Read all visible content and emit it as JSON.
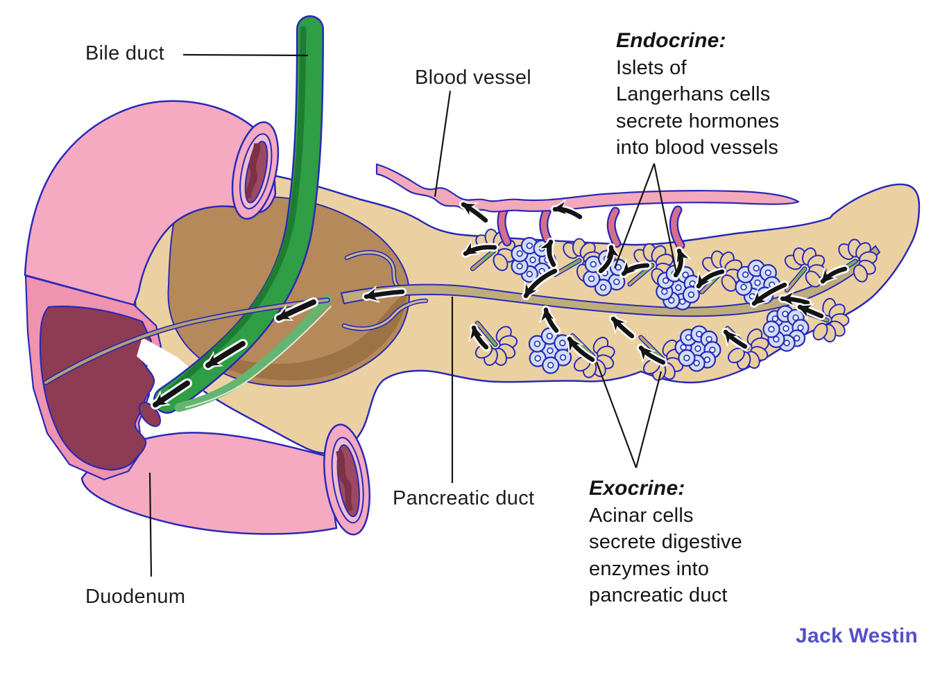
{
  "labels": {
    "bile_duct": "Bile duct",
    "blood_vessel": "Blood vessel",
    "pancreatic_duct": "Pancreatic duct",
    "duodenum": "Duodenum"
  },
  "annotations": {
    "endocrine": {
      "title": "Endocrine:",
      "lines": [
        "Islets of",
        "Langerhans cells",
        "secrete hormones",
        "into blood vessels"
      ]
    },
    "exocrine": {
      "title": "Exocrine:",
      "lines": [
        "Acinar cells",
        "secrete digestive",
        "enzymes into",
        "pancreatic duct"
      ]
    }
  },
  "attribution": {
    "text": "Jack Westin",
    "color": "#5450c8"
  },
  "colors": {
    "outline": "#2a28b8",
    "text": "#1d1d1f",
    "bile_duct_green": "#2f9e45",
    "bile_duct_dark_green": "#1e7d33",
    "bile_duct_light_green": "#63b571",
    "pancreas_tan": "#ebd1a1",
    "pancreas_head_brown": "#b5895a",
    "pancreas_head_dark_brown": "#9d7245",
    "pancreatic_duct_khaki": "#beac7d",
    "duct_branch_khaki": "#b3a26e",
    "duct_branch_green": "#76ae62",
    "duodenum_pink": "#f5aac1",
    "duodenum_cut_pink": "#ef93ae",
    "duodenum_inner_ring_pink": "#f3bccd",
    "duodenum_lumen_maroon": "#9c4a62",
    "duodenum_interior_maroon": "#8e3c54",
    "duodenum_lumen_dark": "#7c3248",
    "blood_vessel_pink": "#f4a8bc",
    "blood_vessel_branch": "#d56f8e",
    "islet_blue": "#cfdff4",
    "islet_nucleus": "#eef4fc",
    "acinar_tan": "#e9cf9e",
    "arrow_black": "#141414",
    "arrow_halo": "#ffffff"
  },
  "parts": [
    {
      "name": "duodenum"
    },
    {
      "name": "bile-duct"
    },
    {
      "name": "pancreas"
    },
    {
      "name": "pancreas-head-cut-section"
    },
    {
      "name": "pancreatic-duct"
    },
    {
      "name": "accessory-pancreatic-duct"
    },
    {
      "name": "blood-vessel"
    },
    {
      "name": "islet-of-langerhans-clusters"
    },
    {
      "name": "acinar-cell-clusters"
    },
    {
      "name": "secretion-flow-arrows"
    }
  ]
}
